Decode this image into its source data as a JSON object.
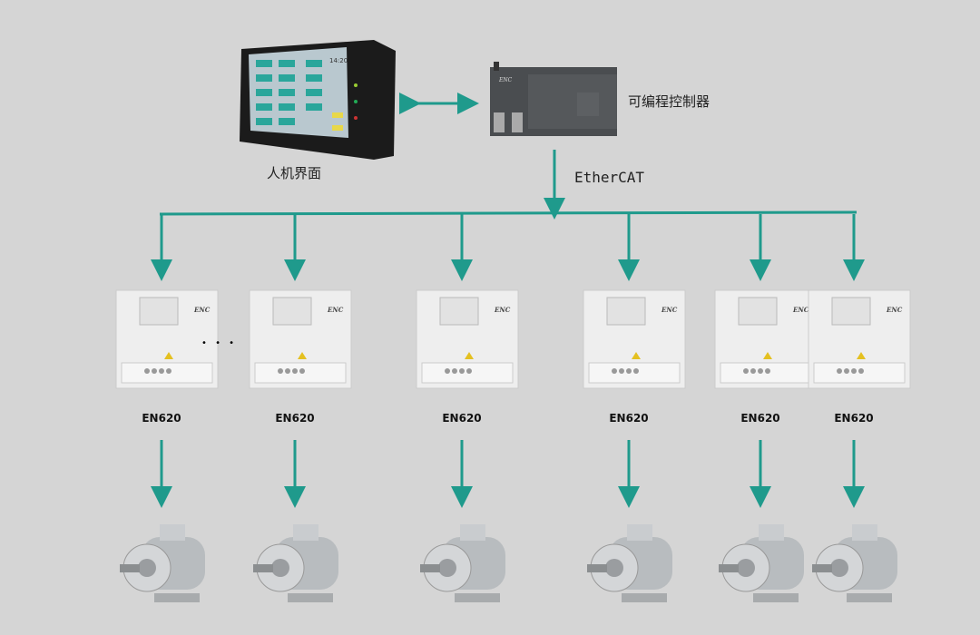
{
  "hmi": {
    "label": "人机界面",
    "screen_time": "14:20"
  },
  "plc": {
    "label": "可编程控制器",
    "brand": "ENC"
  },
  "bus": {
    "label": "EtherCAT",
    "color": "#1f9a8c"
  },
  "ellipsis": "• • •",
  "drives": [
    {
      "model": "EN620",
      "brand": "ENC"
    },
    {
      "model": "EN620",
      "brand": "ENC"
    },
    {
      "model": "EN620",
      "brand": "ENC"
    },
    {
      "model": "EN620",
      "brand": "ENC"
    },
    {
      "model": "EN620",
      "brand": "ENC"
    },
    {
      "model": "EN620",
      "brand": "ENC"
    }
  ]
}
